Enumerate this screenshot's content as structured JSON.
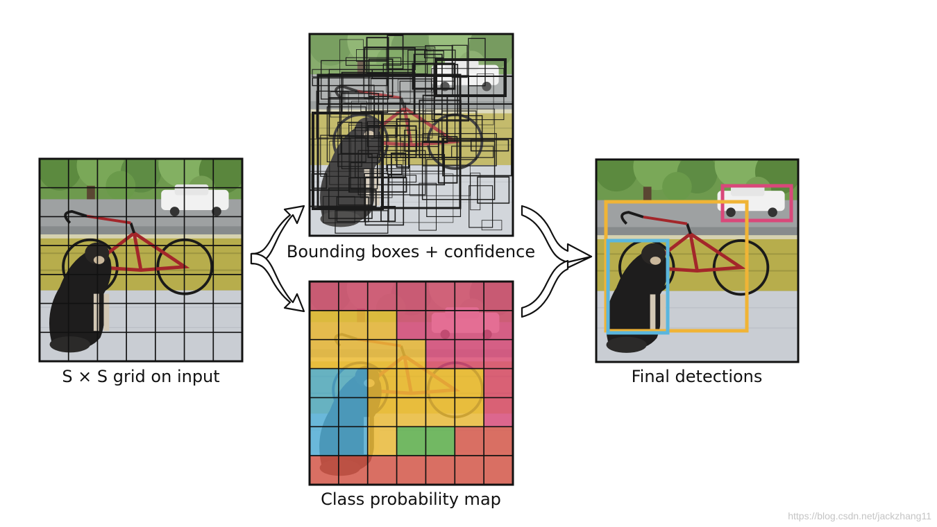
{
  "captions": {
    "grid": "S × S grid on input",
    "boxes": "Bounding boxes + confidence",
    "classmap": "Class probability map",
    "final": "Final detections"
  },
  "watermark": "https://blog.csdn.net/jackzhang11",
  "grid_size": 7,
  "class_map": [
    [
      "pink",
      "pink",
      "pink",
      "pink",
      "pink",
      "pink",
      "pink"
    ],
    [
      "yellow",
      "yellow",
      "yellow",
      "pink",
      "pink",
      "pink",
      "pink"
    ],
    [
      "yellow",
      "yellow",
      "yellow",
      "yellow",
      "pink",
      "pink",
      "pink"
    ],
    [
      "blue",
      "blue",
      "yellow",
      "yellow",
      "yellow",
      "yellow",
      "pink"
    ],
    [
      "blue",
      "blue",
      "yellow",
      "yellow",
      "yellow",
      "yellow",
      "pink"
    ],
    [
      "blue",
      "blue",
      "yellow",
      "green",
      "green",
      "red",
      "red"
    ],
    [
      "red",
      "red",
      "red",
      "red",
      "red",
      "red",
      "red"
    ]
  ],
  "colors": {
    "pink": "#e0517f",
    "yellow": "#f3c13a",
    "blue": "#56b3dc",
    "green": "#5fb34a",
    "red": "#dd5a4b",
    "car_box": "#d9487a",
    "bike_box": "#f0b436",
    "dog_box": "#5ab6dd"
  },
  "detections": [
    "car",
    "bicycle",
    "dog"
  ]
}
